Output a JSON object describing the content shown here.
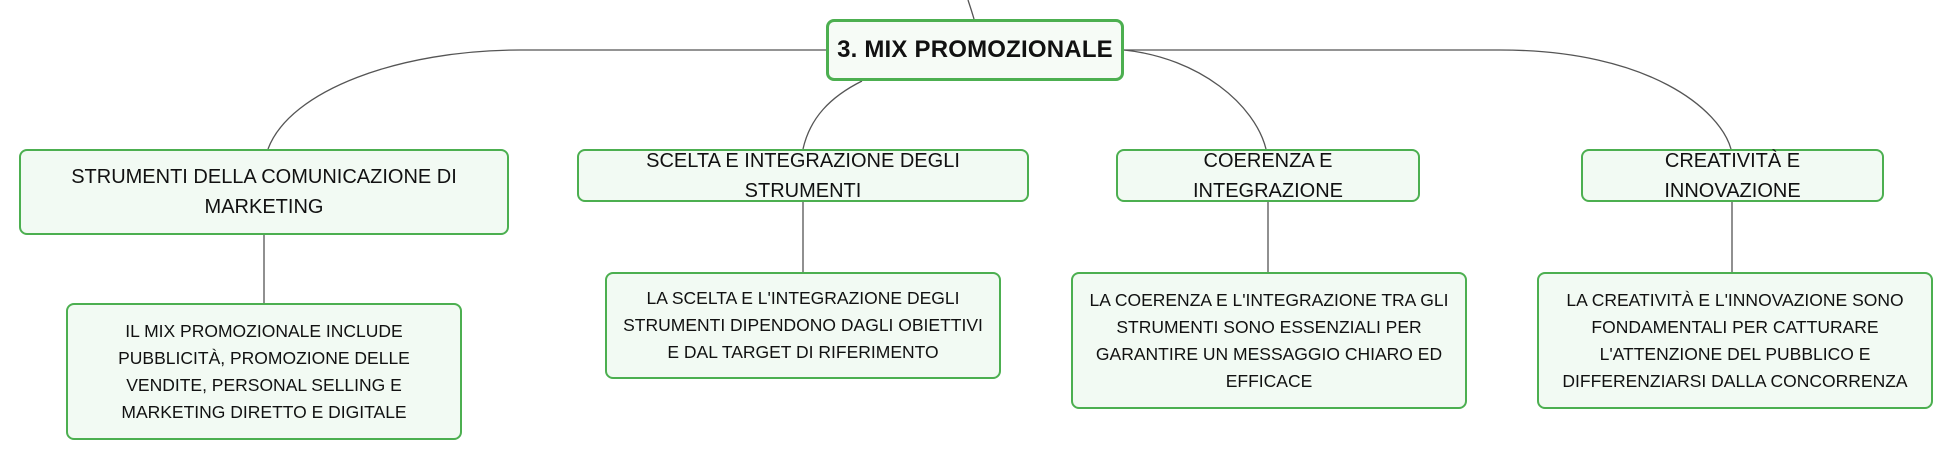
{
  "colors": {
    "node_border": "#4caf50",
    "node_fill": "#f2faf3",
    "connector": "#555555"
  },
  "root": {
    "label": "3. MIX PROMOZIONALE"
  },
  "branches": [
    {
      "label": "STRUMENTI DELLA COMUNICAZIONE DI MARKETING",
      "detail": "IL MIX PROMOZIONALE INCLUDE PUBBLICITÀ, PROMOZIONE DELLE VENDITE, PERSONAL SELLING E MARKETING DIRETTO E DIGITALE"
    },
    {
      "label": "SCELTA E INTEGRAZIONE DEGLI STRUMENTI",
      "detail": "LA SCELTA E L'INTEGRAZIONE DEGLI STRUMENTI DIPENDONO DAGLI OBIETTIVI E DAL TARGET DI RIFERIMENTO"
    },
    {
      "label": "COERENZA E INTEGRAZIONE",
      "detail": "LA COERENZA E L'INTEGRAZIONE TRA GLI STRUMENTI SONO ESSENZIALI PER GARANTIRE UN MESSAGGIO CHIARO ED EFFICACE"
    },
    {
      "label": "CREATIVITÀ E INNOVAZIONE",
      "detail": "LA CREATIVITÀ E L'INNOVAZIONE SONO FONDAMENTALI PER CATTURARE L'ATTENZIONE DEL PUBBLICO E DIFFERENZIARSI DALLA CONCORRENZA"
    }
  ]
}
